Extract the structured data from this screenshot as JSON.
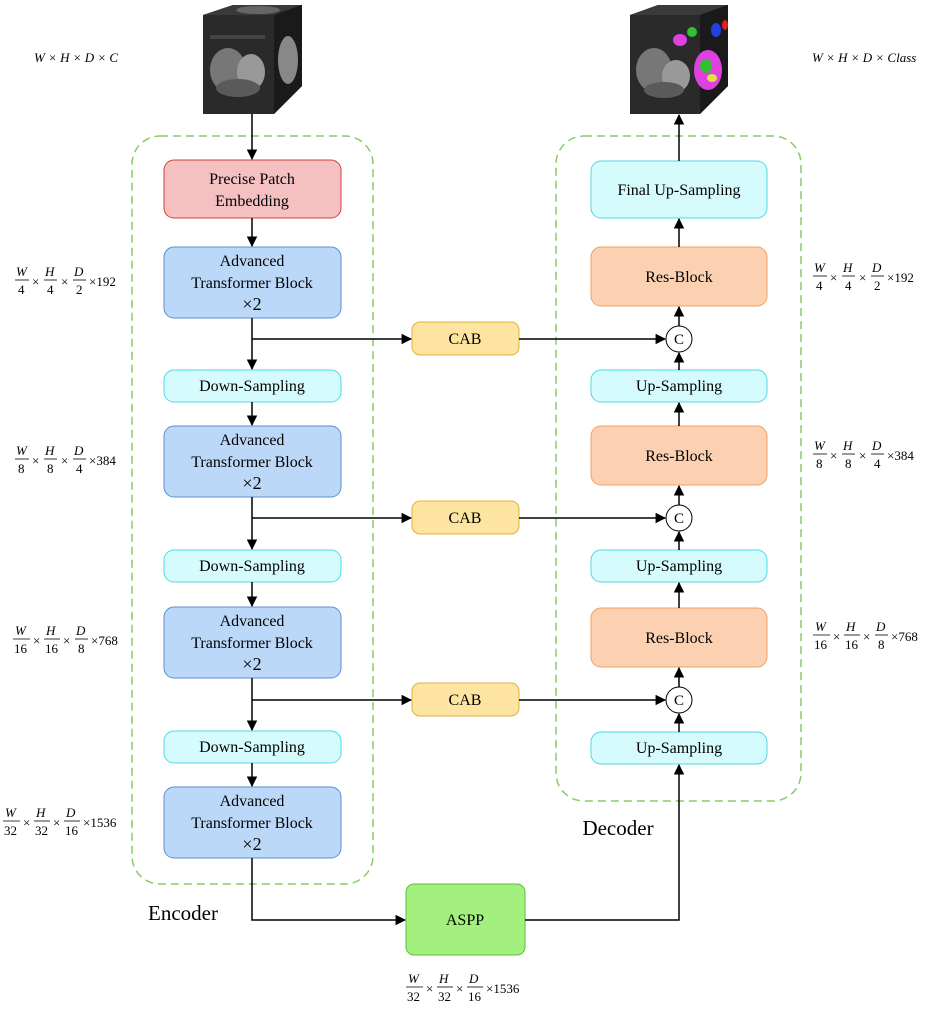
{
  "encoder": {
    "label": "Encoder",
    "patch_embedding": {
      "line1": "Precise Patch",
      "line2": "Embedding"
    },
    "blocks": [
      {
        "line1": "Advanced",
        "line2": "Transformer Block",
        "line3": "×2"
      },
      {
        "line1": "Advanced",
        "line2": "Transformer Block",
        "line3": "×2"
      },
      {
        "line1": "Advanced",
        "line2": "Transformer Block",
        "line3": "×2"
      },
      {
        "line1": "Advanced",
        "line2": "Transformer Block",
        "line3": "×2"
      }
    ],
    "down_sampling_label": "Down-Sampling"
  },
  "decoder": {
    "label": "Decoder",
    "final_upsampling": "Final Up-Sampling",
    "res_block_label": "Res-Block",
    "up_sampling_label": "Up-Sampling",
    "concat_symbol": "C"
  },
  "cab_label": "CAB",
  "aspp_label": "ASPP",
  "input_dims": "W × H × D × C",
  "output_dims": "W × H × D × Class",
  "dims": {
    "stage1": {
      "w": "W",
      "h": "H",
      "d": "D",
      "wden": "4",
      "hden": "4",
      "dden": "2",
      "ch": "×192"
    },
    "stage2": {
      "w": "W",
      "h": "H",
      "d": "D",
      "wden": "8",
      "hden": "8",
      "dden": "4",
      "ch": "×384"
    },
    "stage3": {
      "w": "W",
      "h": "H",
      "d": "D",
      "wden": "16",
      "hden": "16",
      "dden": "8",
      "ch": "×768"
    },
    "stage4": {
      "w": "W",
      "h": "H",
      "d": "D",
      "wden": "32",
      "hden": "32",
      "dden": "16",
      "ch": "×1536"
    }
  },
  "colors": {
    "patch_fill": "#f5c0c0",
    "patch_stroke": "#d04040",
    "transformer_fill": "#bcd8f8",
    "transformer_stroke": "#5a8fd0",
    "sampling_fill": "#d6fbfd",
    "sampling_stroke": "#4fd8e6",
    "cab_fill": "#fde4a0",
    "cab_stroke": "#e0b040",
    "res_fill": "#fbd1b2",
    "res_stroke": "#f0a060",
    "aspp_fill": "#a4f07e",
    "aspp_stroke": "#58c040",
    "group_stroke": "#88cc66"
  },
  "icons": {
    "input_volume": "ct-volume-cube",
    "output_volume": "segmentation-volume-cube"
  }
}
